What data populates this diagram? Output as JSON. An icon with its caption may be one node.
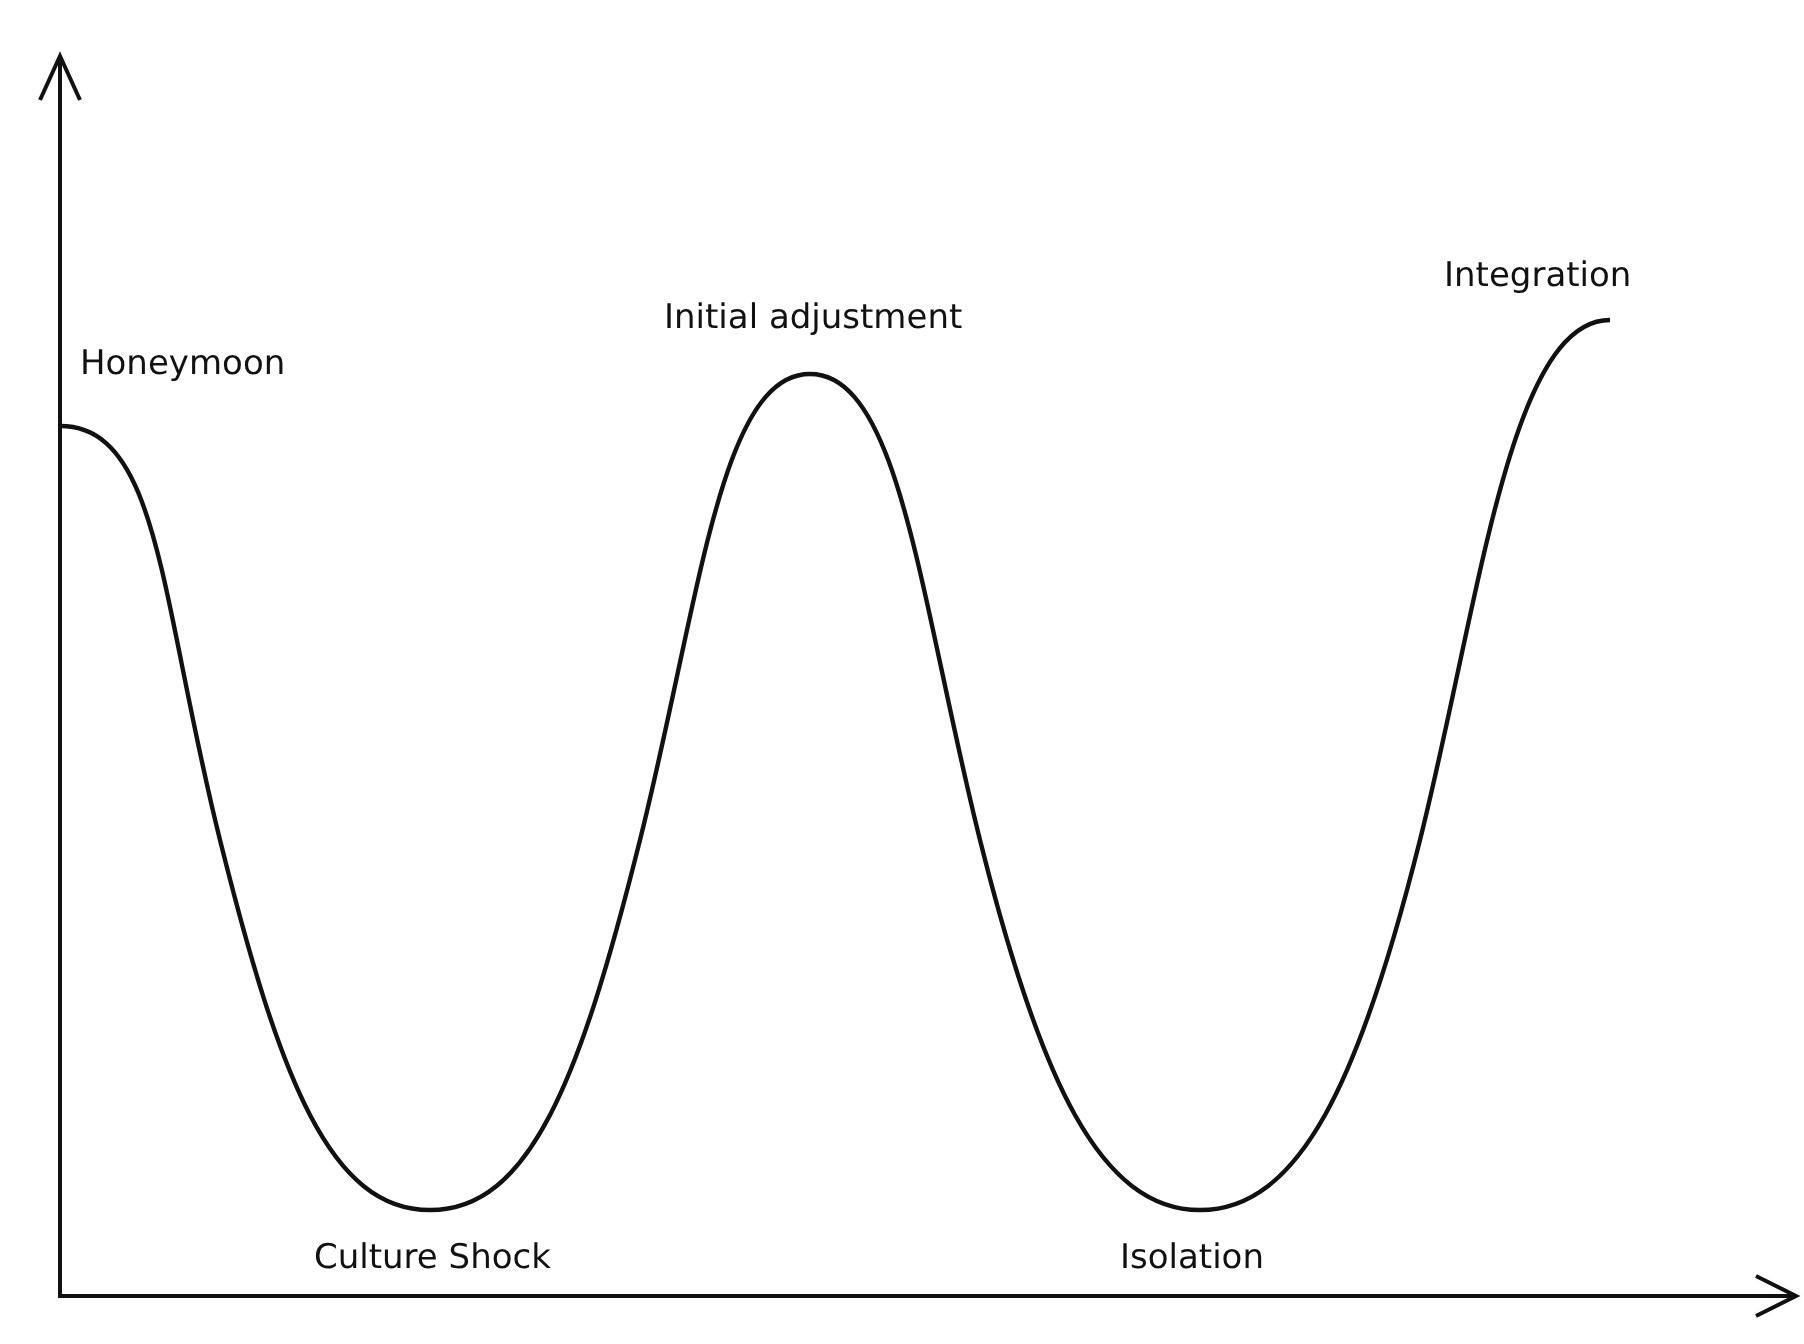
{
  "diagram": {
    "labels": [
      "Integration",
      "Initial adjustment",
      "Honeymoon",
      "Culture Shock",
      "Isolation"
    ]
  }
}
